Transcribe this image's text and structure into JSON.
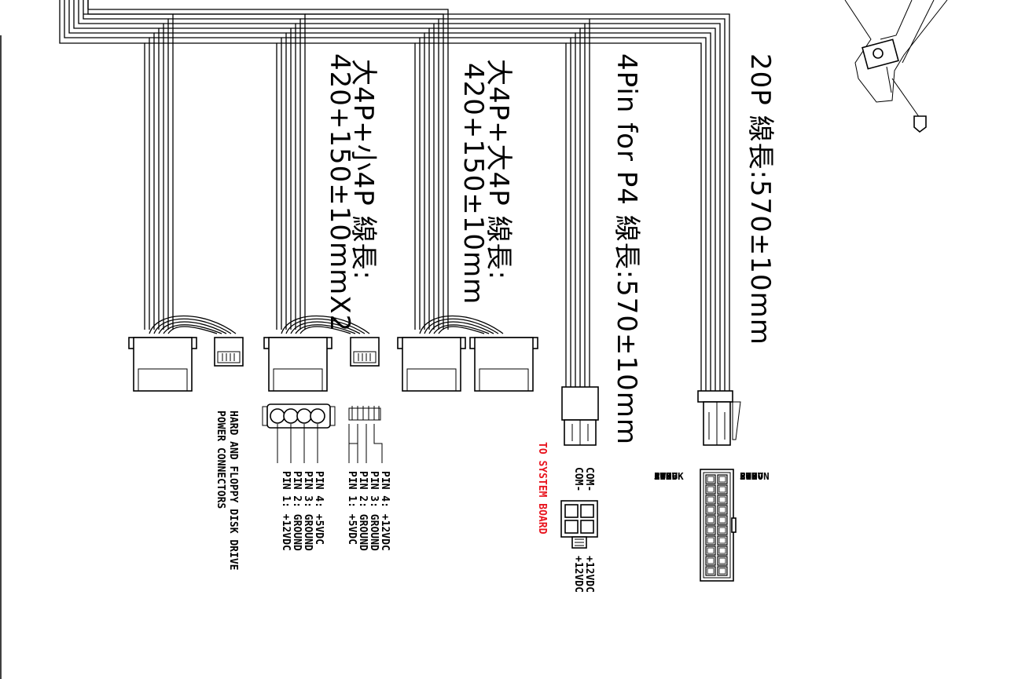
{
  "labels": {
    "cable_20p": "20P 線長:570±10mm",
    "cable_4pin": "4Pin for P4 線長:570±10mm",
    "cable_big4p_big4p_l1": "大4P+大4P 線長:",
    "cable_big4p_big4p_l2": "420+150±10mm",
    "cable_big4p_small4p_l1": "大4P+小4P 線長:",
    "cable_big4p_small4p_l2": "420+150±10mmX2",
    "to_system_board": "TO SYSTEM BOARD",
    "hdd_floppy_l1": "HARD AND FLOPPY DISK DRIVE",
    "hdd_floppy_l2": "POWER CONNECTORS"
  },
  "molex_pins": [
    "PIN 4: +5VDC",
    "PIN 3: GROUND",
    "PIN 2: GROUND",
    "PIN 1: +12VDC"
  ],
  "floppy_pins": [
    "PIN 4: +12VDC",
    "PIN 3: GROUND",
    "PIN 2: GROUND",
    "PIN 1: +5VDC"
  ],
  "p4_pins": {
    "top": [
      "COM-",
      "COM-"
    ],
    "bottom": [
      "+12VDC",
      "+12VDC"
    ]
  },
  "atx20": {
    "left": [
      "3.3V",
      "3.3V",
      "COM",
      "5V",
      "COM",
      "5V",
      "COM",
      "PW-OK",
      "5VSB",
      "12V"
    ],
    "right": [
      "3.3V",
      "-12V",
      "COM",
      "PS-ON",
      "COM",
      "COM",
      "COM",
      "-5V",
      "5V",
      "5V"
    ]
  },
  "colors": {
    "line": "#000000",
    "accent_red": "#e8121c",
    "background": "#ffffff"
  }
}
